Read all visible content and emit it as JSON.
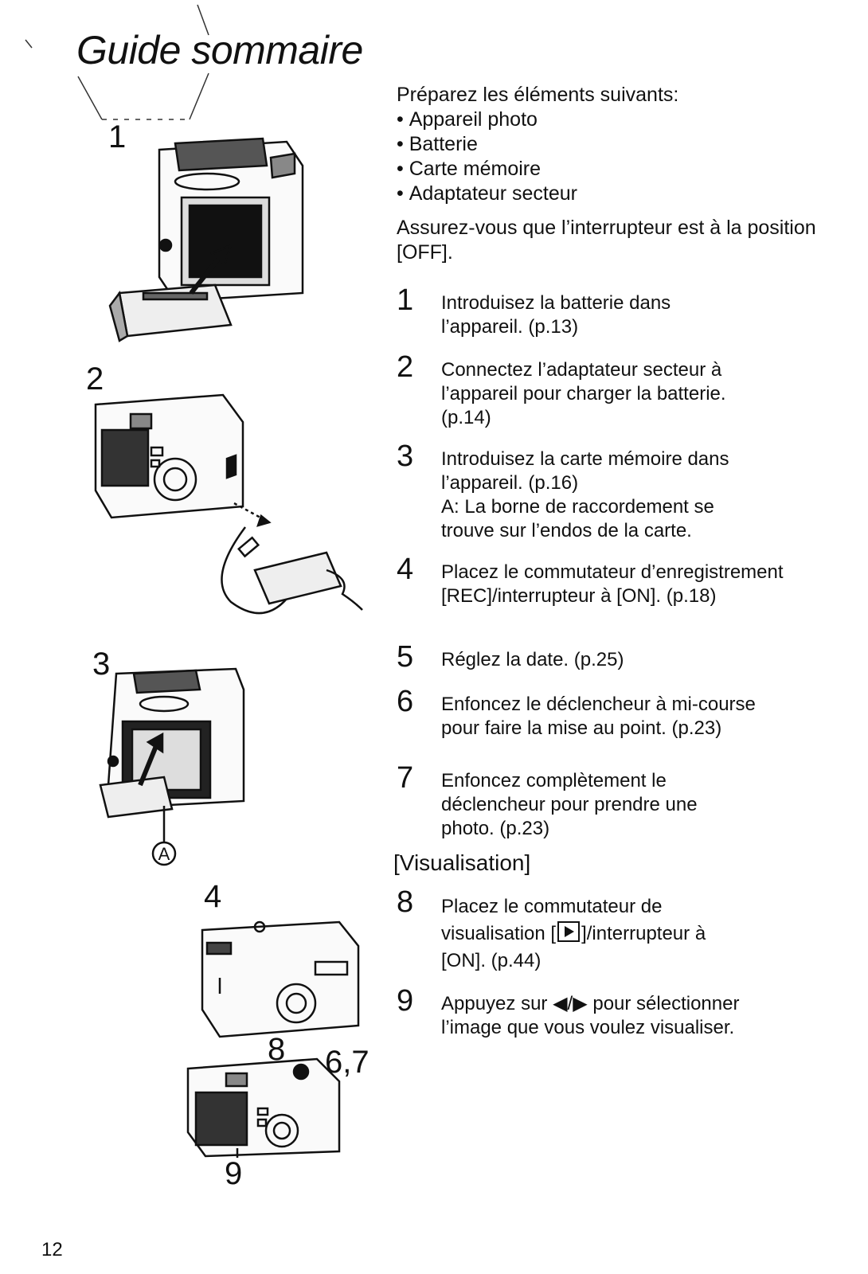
{
  "title": "Guide sommaire",
  "intro": {
    "prepare": "Préparez les éléments suivants:",
    "items": [
      "Appareil photo",
      "Batterie",
      "Carte mémoire",
      "Adaptateur secteur"
    ],
    "note": "Assurez-vous que l’interrupteur est à la position [OFF]."
  },
  "steps": [
    {
      "num": "1",
      "text": "Introduisez la batterie dans l’appareil. (p.13)"
    },
    {
      "num": "2",
      "text": "Connectez l’adaptateur secteur à l’appareil pour charger la batterie. (p.14)"
    },
    {
      "num": "3",
      "text": "Introduisez la carte mémoire dans l’appareil. (p.16)",
      "extra": "A: La borne de raccordement se trouve sur l’endos de la carte."
    },
    {
      "num": "4",
      "text": "Placez le commutateur d’enregistrement [REC]/interrupteur à [ON]. (p.18)"
    },
    {
      "num": "5",
      "text": "Réglez la date. (p.25)"
    },
    {
      "num": "6",
      "text": "Enfoncez le déclencheur à mi-course pour faire la mise au point. (p.23)"
    },
    {
      "num": "7",
      "text": "Enfoncez complètement le déclencheur pour prendre une photo. (p.23)"
    },
    {
      "num": "8",
      "text_a": "Placez le commutateur de visualisation [",
      "text_b": "]/interrupteur à [ON]. (p.44)"
    },
    {
      "num": "9",
      "text_a": "Appuyez sur ",
      "arrows": "◀/▶",
      "text_b": " pour sélectionner l’image que vous voulez visualiser."
    }
  ],
  "section": "[Visualisation]",
  "figures": {
    "f1": "1",
    "f2": "2",
    "f3": "3",
    "f4": "4",
    "f8": "8",
    "f67": "6,7",
    "f9": "9",
    "label_a": "A"
  },
  "page_number": "12"
}
